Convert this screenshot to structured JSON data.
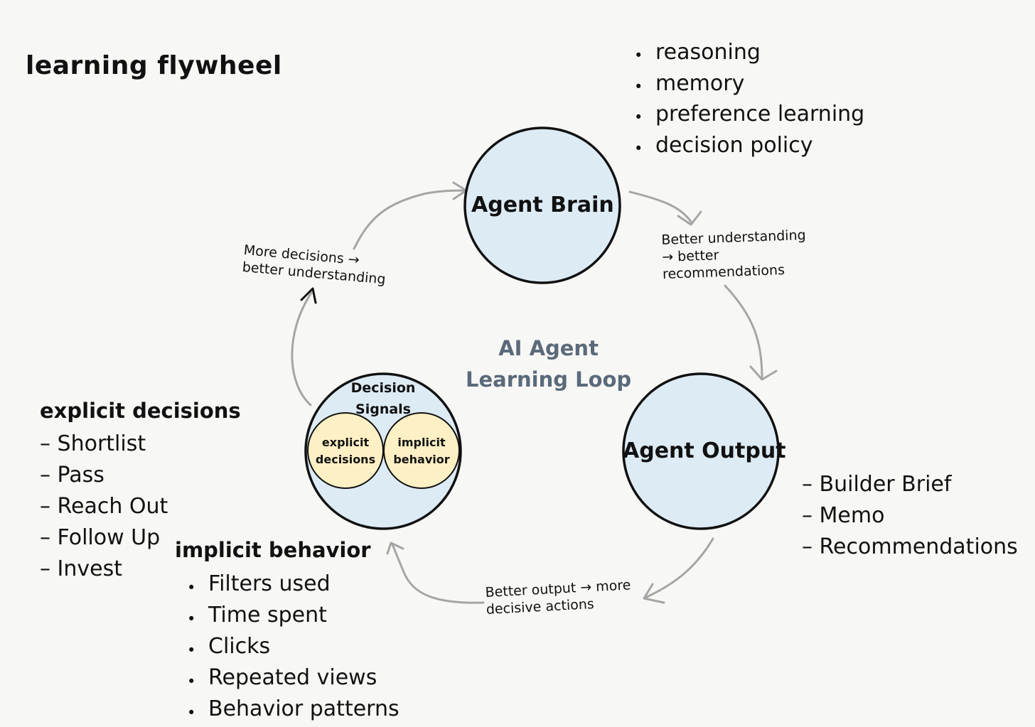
{
  "title": "learning flywheel",
  "center_label": {
    "line1": "AI Agent",
    "line2": "Learning Loop"
  },
  "nodes": {
    "agent_brain": {
      "label": "Agent Brain"
    },
    "agent_output": {
      "label": "Agent Output"
    },
    "decision_signals": {
      "label_line1": "Decision",
      "label_line2": "Signals",
      "explicit": {
        "line1": "explicit",
        "line2": "decisions"
      },
      "implicit": {
        "line1": "implicit",
        "line2": "behavior"
      }
    }
  },
  "edges": {
    "brain_to_output": {
      "line1": "Better understanding",
      "line2": "→ better",
      "line3": "recommendations"
    },
    "output_to_signals": {
      "line1": "Better output → more",
      "line2": "decisive actions"
    },
    "signals_to_brain": {
      "line1": "More decisions →",
      "line2": "better understanding"
    }
  },
  "brain_capabilities": [
    "reasoning",
    "memory",
    "preference learning",
    "decision policy"
  ],
  "explicit_decisions": {
    "heading": "explicit decisions",
    "items": [
      "– Shortlist",
      "– Pass",
      "– Reach Out",
      "– Follow Up",
      "– Invest"
    ]
  },
  "implicit_behavior": {
    "heading": "implicit behavior",
    "items": [
      "Filters used",
      "Time spent",
      "Clicks",
      "Repeated views",
      "Behavior patterns"
    ]
  },
  "agent_outputs": [
    "– Builder Brief",
    "– Memo",
    "– Recommendations"
  ],
  "colors": {
    "background": "#f7f7f5",
    "node_fill": "#ddebf5",
    "signal_fill": "#fdf0c4",
    "arrow": "#a5a5a5",
    "center_text": "#5a6a7b"
  }
}
